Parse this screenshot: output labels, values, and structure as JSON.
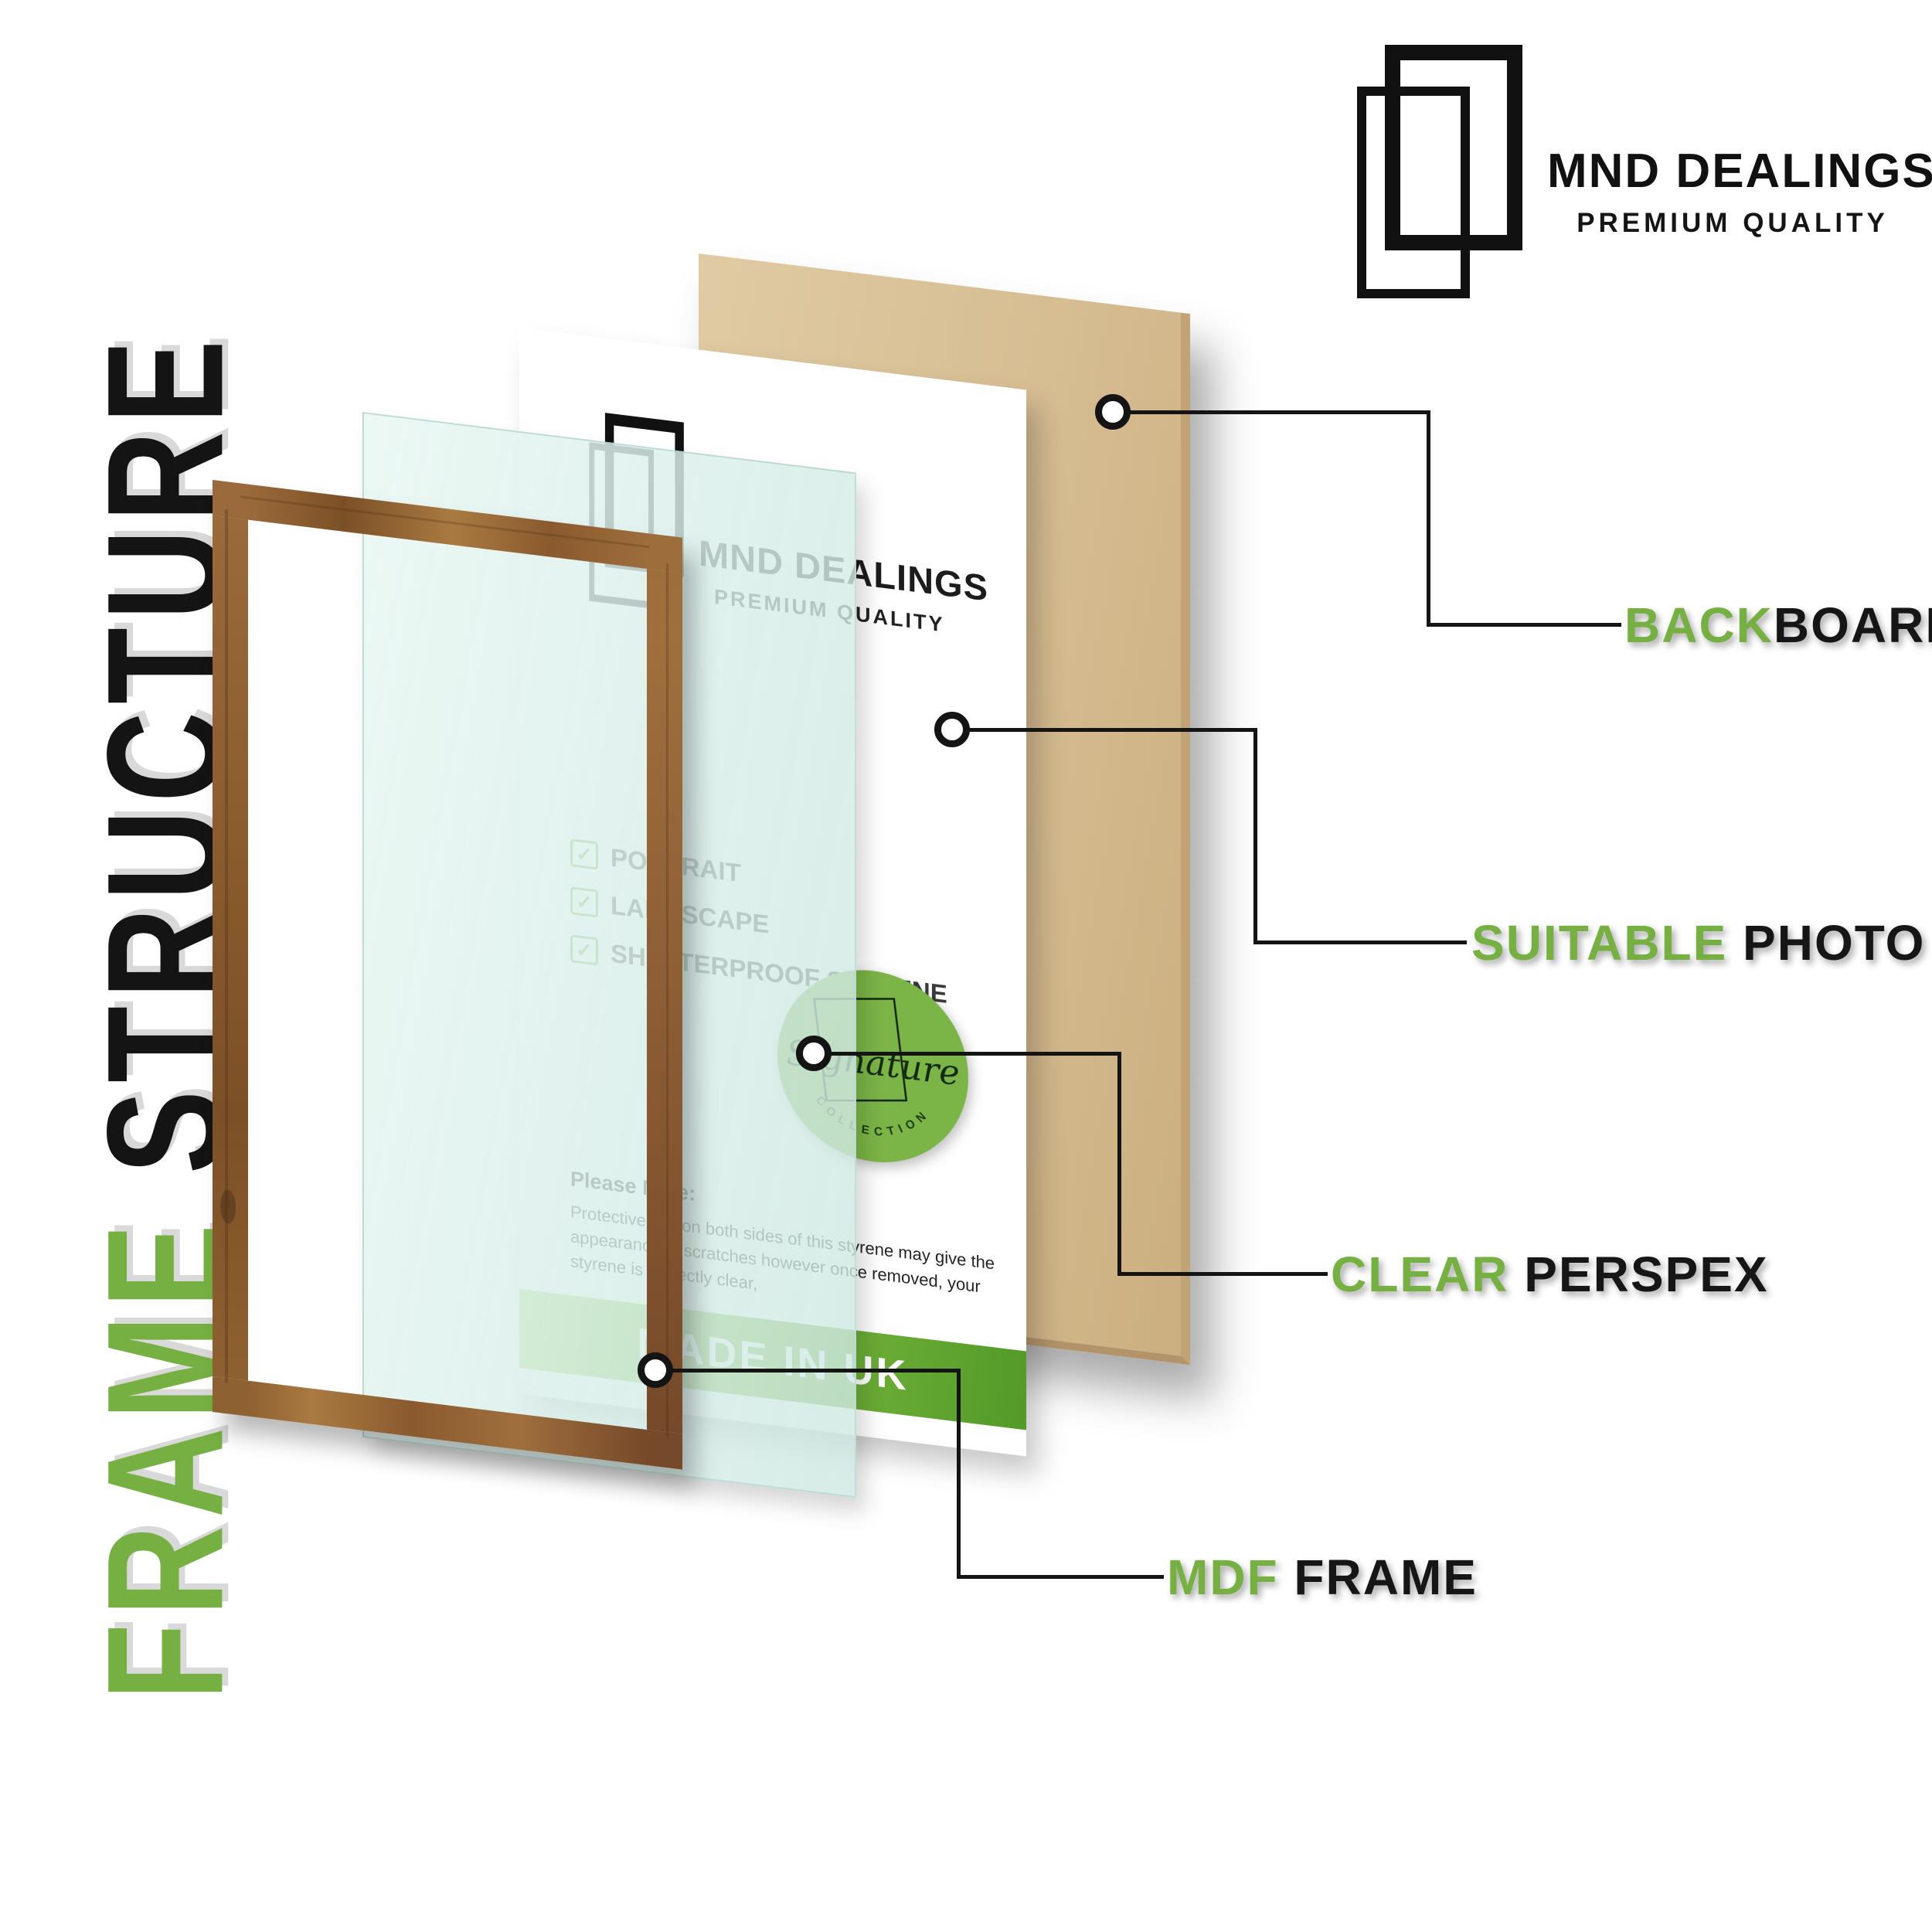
{
  "side_title": {
    "green_word": "FRAME ",
    "black_word": "STRUCTURE"
  },
  "brand": {
    "name": "MND DEALINGS",
    "tagline": "PREMIUM QUALITY"
  },
  "insert": {
    "brand_name": "MND DEALINGS",
    "brand_tagline": "PREMIUM QUALITY",
    "check_glyph": "✓",
    "checklist": [
      "PORTRAIT",
      "LANDSCAPE",
      "SHATTERPROOF STYRENE"
    ],
    "note_title": "Please Note:",
    "note_body": "Protective film on both sides of this styrene may give the appearance of scratches however once removed, your styrene is perfectly clear,",
    "banner_text": "MADE IN UK",
    "badge": {
      "script_text": "Signature",
      "arc_text": "COLLECTION"
    }
  },
  "callouts": [
    {
      "green": "BACK",
      "black": "BOARD"
    },
    {
      "green": "SUITABLE ",
      "black": "PHOTO"
    },
    {
      "green": "CLEAR ",
      "black": "PERSPEX"
    },
    {
      "green": "MDF ",
      "black": "FRAME"
    }
  ],
  "colors": {
    "accent_green": "#76b043",
    "banner_green_light": "#a8d66c",
    "banner_green_dark": "#539a29",
    "wood_brown": "#92643a",
    "backboard_tan": "#d7c098",
    "perspex_tint": "#e3f1ed",
    "ink": "#141414"
  }
}
